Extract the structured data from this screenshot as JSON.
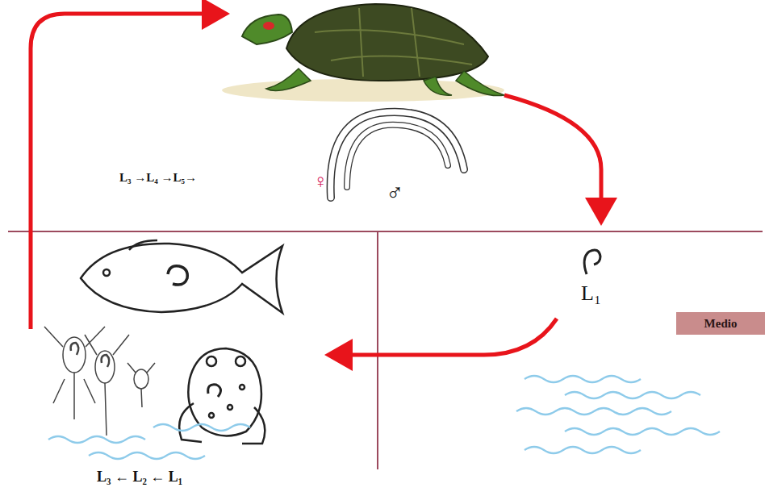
{
  "diagram": {
    "nodes": [
      {
        "text": [
          "Medio"
        ]
      }
    ],
    "labels": [
      "L₃ →L₄ →L₅→",
      "♀",
      "♂",
      "L₁",
      "L₃ ← L₂ ← L₁"
    ]
  }
}
